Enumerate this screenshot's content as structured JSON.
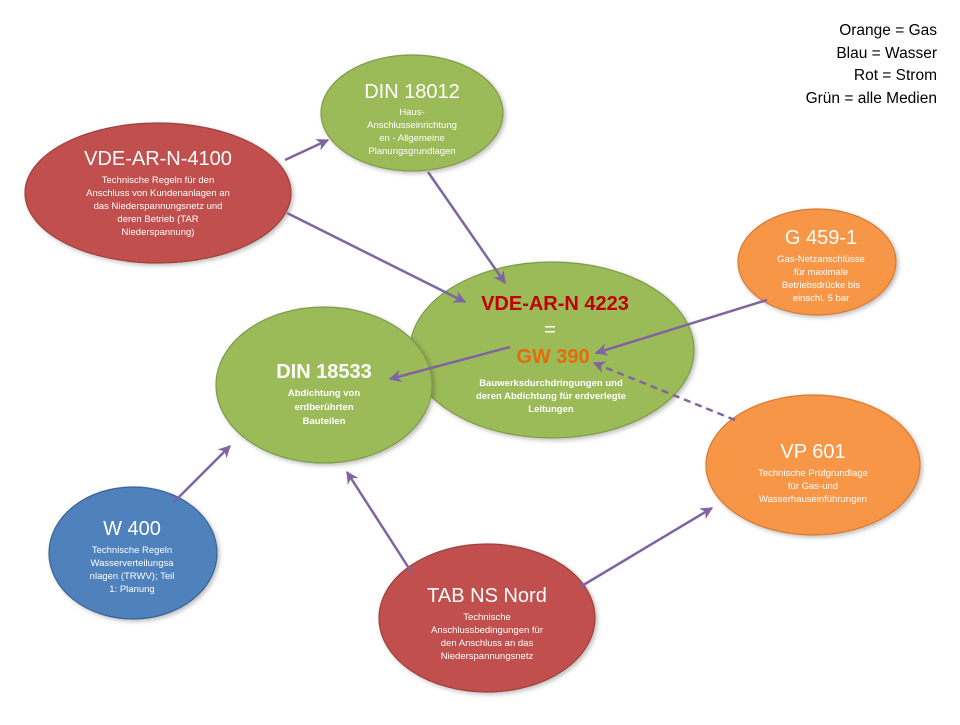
{
  "legend": {
    "lines": [
      "Orange = Gas",
      "Blau = Wasser",
      "Rot = Strom",
      "Grün = alle Medien"
    ]
  },
  "colors": {
    "green": "#9bbb59",
    "green_stroke": "#7f9a48",
    "red": "#c0504d",
    "red_stroke": "#9d3f3d",
    "orange": "#f79646",
    "orange_stroke": "#d67a32",
    "blue": "#4f81bd",
    "blue_stroke": "#3a6393",
    "arrow": "#8064a2",
    "title_red": "#c00000",
    "title_orange": "#e36c09"
  },
  "nodes": {
    "din18012": {
      "title": "DIN 18012",
      "lines": [
        "Haus-",
        "Anschlusseinrichtung",
        "en - Allgemeine",
        "Planungsgrundlagen"
      ]
    },
    "vde4100": {
      "title": "VDE-AR-N-4100",
      "lines": [
        "Technische Regeln für den",
        "Anschluss von Kundenanlagen an",
        "das Niederspannungsnetz und",
        "deren Betrieb (TAR",
        "Niederspannung)"
      ]
    },
    "center": {
      "title": "VDE-AR-N 4223",
      "equals": "=",
      "subtitle": "GW 390",
      "lines": [
        "Bauwerksdurchdringungen  und",
        "deren Abdichtung  für erdverlegte",
        "Leitungen"
      ]
    },
    "g459": {
      "title": "G 459-1",
      "lines": [
        "Gas-Netzanschlüsse",
        "für maximale",
        "Betriebsdrücke bis",
        "einschl. 5 bar"
      ]
    },
    "din18533": {
      "title": "DIN 18533",
      "lines": [
        "Abdichtung  von",
        "erdberührten",
        "Bauteilen"
      ]
    },
    "vp601": {
      "title": "VP 601",
      "lines": [
        "Technische Prüfgrundlage",
        "für Gas-und",
        "Wasserhauseinführungen"
      ]
    },
    "w400": {
      "title": "W 400",
      "lines": [
        "Technische Regeln",
        "Wasserverteilungsa",
        "nlagen (TRWV); Teil",
        "1: Planung"
      ]
    },
    "tabns": {
      "title": "TAB NS Nord",
      "lines": [
        "Technische",
        "Anschlussbedingungen für",
        "den Anschluss an das",
        "Niederspannungsnetz"
      ]
    }
  }
}
